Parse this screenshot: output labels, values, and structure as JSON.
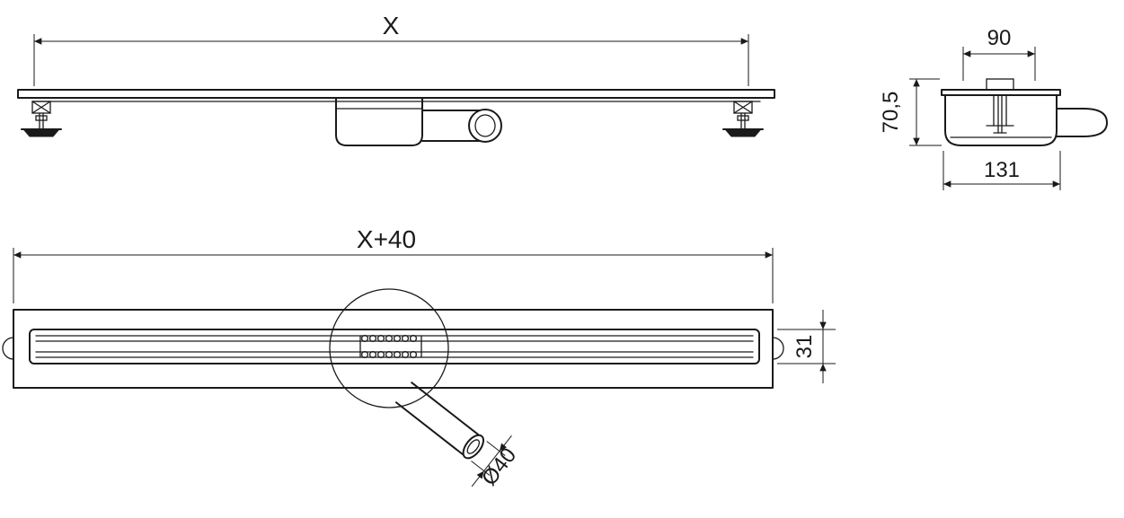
{
  "colors": {
    "line": "#1a1a1a",
    "background": "#ffffff"
  },
  "views": {
    "side": {
      "length_label": "X"
    },
    "end": {
      "top_width_label": "90",
      "height_label": "70,5",
      "bottom_width_label": "131"
    },
    "top": {
      "length_label": "X+40",
      "channel_width_label": "31",
      "pipe_diameter_label": "Ø40"
    }
  }
}
